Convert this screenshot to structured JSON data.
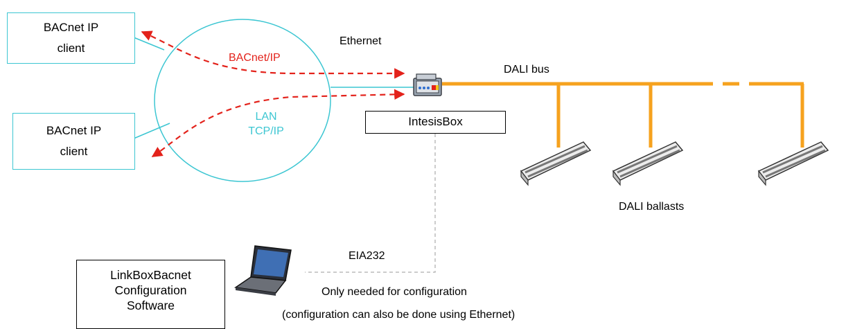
{
  "clients": [
    {
      "line1": "BACnet IP",
      "line2": "client"
    },
    {
      "line1": "BACnet IP",
      "line2": "client"
    }
  ],
  "protocol_label": "BACnet/IP",
  "lan_label": {
    "line1": "LAN",
    "line2": "TCP/IP"
  },
  "ethernet_label": "Ethernet",
  "gateway_label": "IntesisBox",
  "dali_bus_label": "DALI bus",
  "ballasts_label": "DALI ballasts",
  "serial_label": "EIA232",
  "config_note": "Only needed for configuration",
  "config_note2": "(configuration can also be done using Ethernet)",
  "software_box": {
    "line1": "LinkBoxBacnet",
    "line2": "Configuration",
    "line3": "Software"
  },
  "colors": {
    "client_border": "#3cc6d2",
    "lan_text": "#3cc6d2",
    "protocol_arrow": "#e3221b",
    "dali_bus": "#f6a21e",
    "serial_line": "#bbbbbb"
  }
}
